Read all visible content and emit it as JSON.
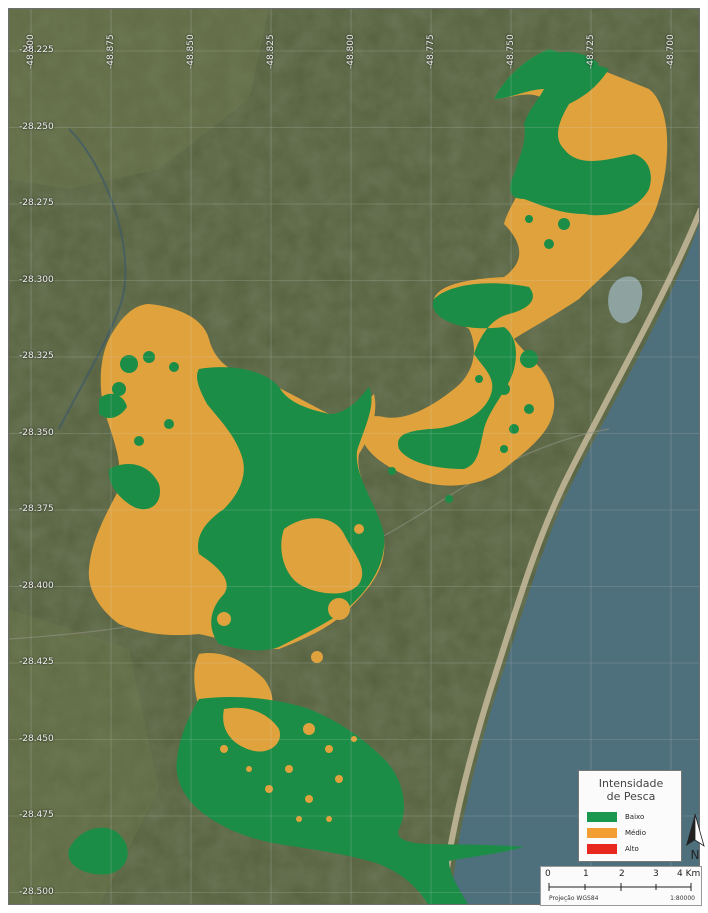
{
  "map": {
    "lon_ticks": [
      "-48.900",
      "-48.875",
      "-48.850",
      "-48.825",
      "-48.800",
      "-48.775",
      "-48.750",
      "-48.725",
      "-48.700"
    ],
    "lat_ticks": [
      "-28.225",
      "-28.250",
      "-28.275",
      "-28.300",
      "-28.325",
      "-28.350",
      "-28.375",
      "-28.400",
      "-28.425",
      "-28.450",
      "-28.475",
      "-28.500"
    ]
  },
  "legend": {
    "title_line1": "Intensidade",
    "title_line2": "de Pesca",
    "items": [
      {
        "label": "Baixo",
        "color": "#1a9850"
      },
      {
        "label": "Médio",
        "color": "#f29e33"
      },
      {
        "label": "Alto",
        "color": "#e8281e"
      }
    ]
  },
  "north_arrow": {
    "label": "N",
    "icon": "north-arrow-icon"
  },
  "scale_bar": {
    "labels": [
      "0",
      "1",
      "2",
      "3",
      "4 Km"
    ],
    "projection": "Projeção WGS84",
    "ratio": "1:80000"
  },
  "colors": {
    "low": "#1a9850",
    "medium": "#e0a23c",
    "high": "#e8281e",
    "sea": "#4c6e7c",
    "land": "#566140"
  }
}
